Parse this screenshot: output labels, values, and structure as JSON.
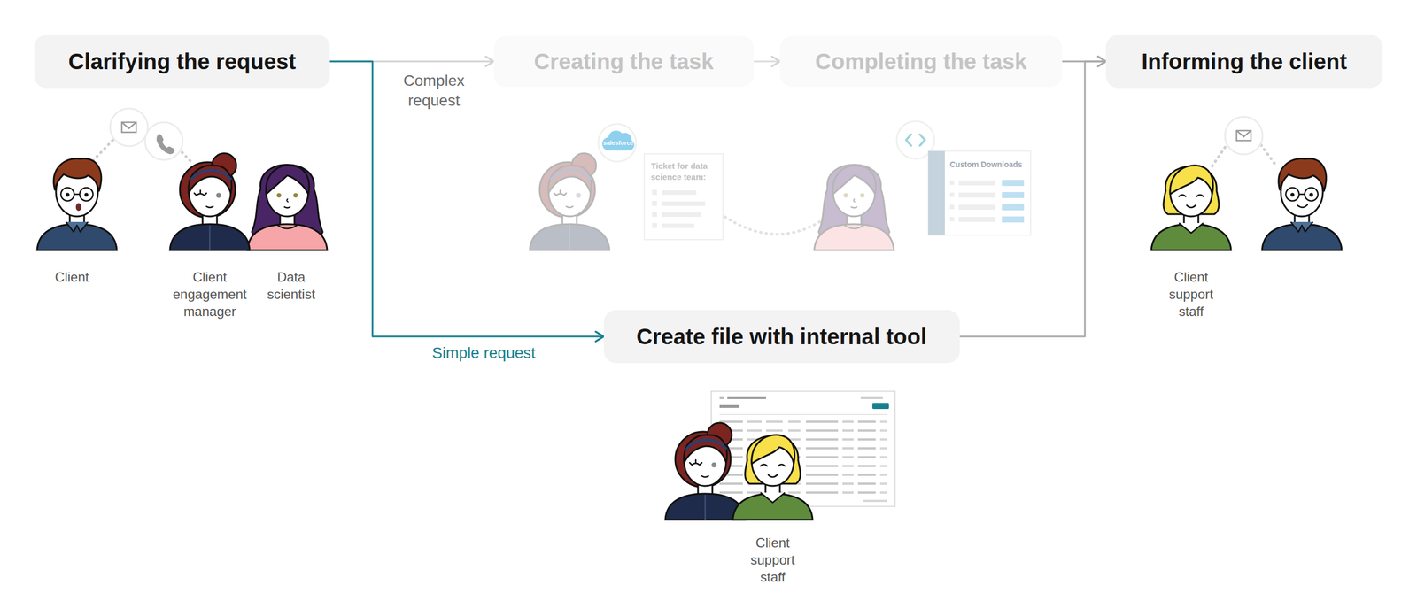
{
  "diagram": {
    "nodes": [
      {
        "text": [
          "Clarifying the request"
        ]
      },
      {
        "text": [
          "Creating the task"
        ]
      },
      {
        "text": [
          "Completing the task"
        ]
      },
      {
        "text": [
          "Informing the client"
        ]
      },
      {
        "text": [
          "Create file with internal tool"
        ]
      }
    ],
    "edges": [
      {
        "from": 0,
        "to": 1,
        "arrow": "to",
        "label": "Complex request"
      },
      {
        "from": 1,
        "to": 2,
        "arrow": "to"
      },
      {
        "from": 2,
        "to": 3,
        "arrow": "to"
      },
      {
        "from": 0,
        "to": 4,
        "arrow": "to",
        "label": "Simple request"
      },
      {
        "from": 4,
        "to": 3,
        "arrow": "to"
      }
    ],
    "labels": [
      "Client",
      "Client engagement manager",
      "Data scientist",
      "salesforce",
      "Ticket for data science team:",
      "Custom Downloads",
      "Client support staff",
      "Client support staff"
    ]
  }
}
